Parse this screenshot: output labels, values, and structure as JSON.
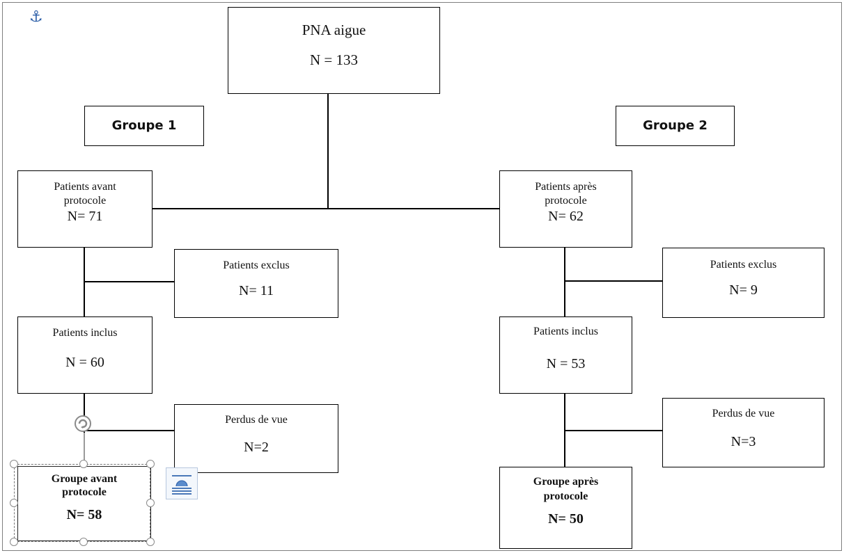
{
  "colors": {
    "border": "#000000",
    "handle": "#8a8a8a",
    "anchor": "#2d5fa8"
  },
  "icons": {
    "anchor": "anchor-icon",
    "layout": "layout-options-icon",
    "rotate": "rotate-handle-icon"
  },
  "root": {
    "title": "PNA aigue",
    "n": "N = 133"
  },
  "group1": {
    "label": "Groupe 1"
  },
  "group2": {
    "label": "Groupe 2"
  },
  "left": {
    "avant": {
      "line1": "Patients avant",
      "line2": "protocole",
      "n": "N= 71"
    },
    "exclus": {
      "title": "Patients exclus",
      "n": "N= 11"
    },
    "inclus": {
      "title": "Patients inclus",
      "n": "N = 60"
    },
    "perdus": {
      "title": "Perdus de vue",
      "n": "N=2"
    },
    "final": {
      "line1": "Groupe avant",
      "line2": "protocole",
      "n": "N= 58"
    }
  },
  "right": {
    "apres": {
      "line1": "Patients après",
      "line2": "protocole",
      "n": "N= 62"
    },
    "exclus": {
      "title": "Patients exclus",
      "n": "N= 9"
    },
    "inclus": {
      "title": "Patients inclus",
      "n": "N = 53"
    },
    "perdus": {
      "title": "Perdus de vue",
      "n": "N=3"
    },
    "final": {
      "line1": "Groupe après",
      "line2": "protocole",
      "n": "N= 50"
    }
  }
}
